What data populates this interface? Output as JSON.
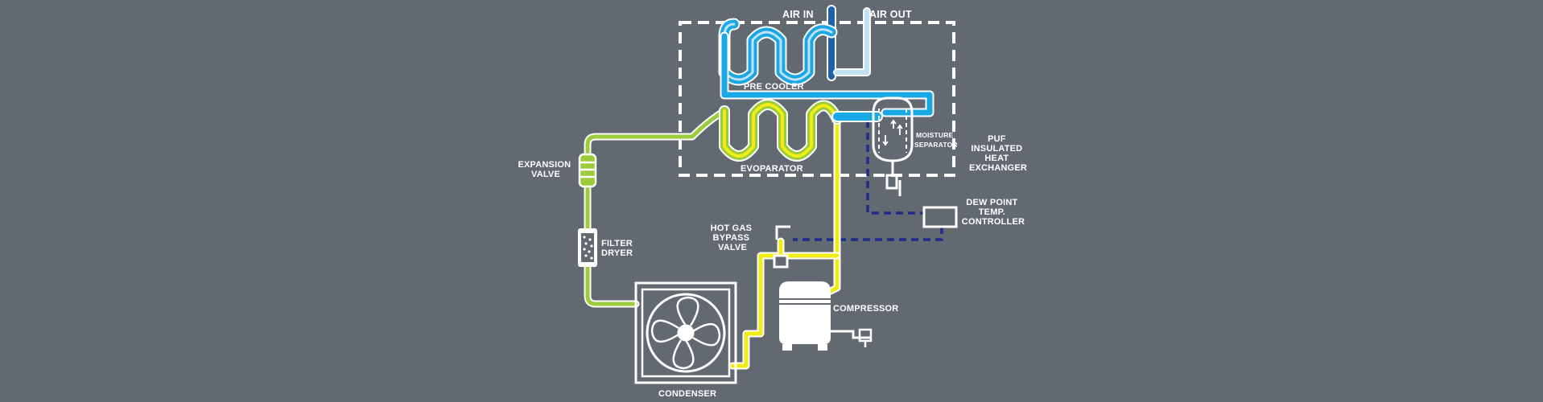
{
  "labels": {
    "air_in": "AIR IN",
    "air_out": "AIR OUT",
    "pre_cooler": "PRE COOLER",
    "evaporator": "EVOPARATOR",
    "moisture_separator": [
      "MOISTURE",
      "SEPARATOR"
    ],
    "heat_exchanger": [
      "PUF",
      "INSULATED",
      "HEAT",
      "EXCHANGER"
    ],
    "expansion_valve": [
      "EXPANSION",
      "VALVE"
    ],
    "filter_dryer": [
      "FILTER",
      "DRYER"
    ],
    "dew_point_controller": [
      "DEW POINT",
      "TEMP.",
      "CONTROLLER"
    ],
    "hot_gas_bypass_valve": [
      "HOT GAS",
      "BYPASS",
      "VALVE"
    ],
    "compressor": "COMPRESSOR",
    "condenser": "CONDENSER"
  },
  "colors": {
    "background": "#626970",
    "refrigerant_liquid": "#9bcc3a",
    "refrigerant_hot_gas": "#f2ec16",
    "air_cold": "#1aa7e6",
    "air_dark": "#1d62ad",
    "air_out": "#bfe3f4",
    "control_line": "#1f2b86",
    "outline": "#ffffff"
  },
  "icons": [
    "fan-icon",
    "compressor-icon",
    "filter-icon",
    "valve-icon",
    "separator-icon"
  ]
}
